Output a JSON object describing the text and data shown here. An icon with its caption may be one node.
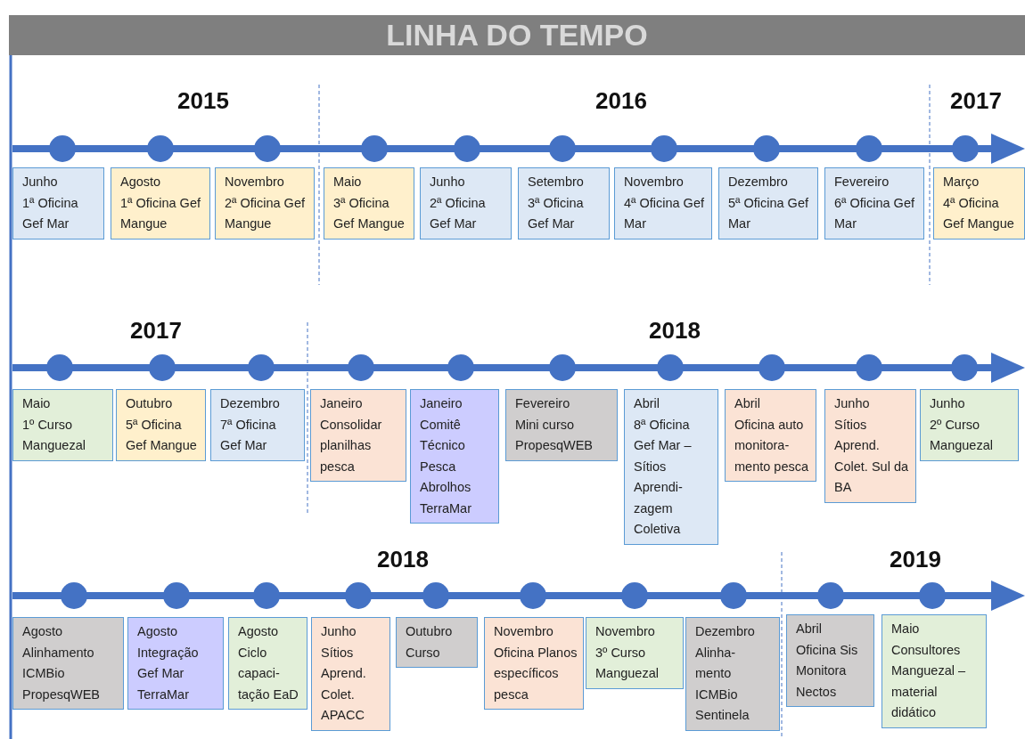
{
  "diagram": {
    "title": "LINHA DO TEMPO",
    "nodes": [
      {
        "text": [
          "Junho",
          "1ª Oficina Gef Mar"
        ]
      },
      {
        "text": [
          "Agosto",
          "1ª Oficina Gef Mangue"
        ]
      },
      {
        "text": [
          "Novembro",
          "2ª Oficina Gef Mangue"
        ]
      },
      {
        "text": [
          "Maio",
          "3ª Oficina Gef Mangue"
        ]
      },
      {
        "text": [
          "Junho",
          "2ª Oficina Gef Mar"
        ]
      },
      {
        "text": [
          "Setembro",
          "3ª Oficina Gef Mar"
        ]
      },
      {
        "text": [
          "Novembro",
          "4ª Oficina Gef Mar"
        ]
      },
      {
        "text": [
          "Dezembro",
          "5ª Oficina Gef Mar"
        ]
      },
      {
        "text": [
          "Fevereiro",
          "6ª Oficina Gef Mar"
        ]
      },
      {
        "text": [
          "Março",
          "4ª Oficina Gef Mangue"
        ]
      },
      {
        "text": [
          "Maio",
          "1º Curso Manguezal"
        ]
      },
      {
        "text": [
          "Outubro",
          "5ª Oficina Gef Mangue"
        ]
      },
      {
        "text": [
          "Dezembro",
          "7ª Oficina Gef Mar"
        ]
      },
      {
        "text": [
          "Janeiro",
          "Consolidar planilhas pesca"
        ]
      },
      {
        "text": [
          "Janeiro",
          "Comitê Técnico Pesca Abrolhos TerraMar"
        ]
      },
      {
        "text": [
          "Fevereiro",
          "Mini curso PropesqWEB"
        ]
      },
      {
        "text": [
          "Abril",
          "8ª Oficina Gef Mar – Sítios Aprendi- zagem Coletiva"
        ]
      },
      {
        "text": [
          "Abril",
          "Oficina auto monitora- mento pesca"
        ]
      },
      {
        "text": [
          "Junho",
          "Sítios Aprend. Colet. Sul da BA"
        ]
      },
      {
        "text": [
          "Junho",
          "2º Curso Manguezal"
        ]
      },
      {
        "text": [
          "Agosto",
          "Alinhamento ICMBio PropesqWEB"
        ]
      },
      {
        "text": [
          "Agosto",
          "Integração Gef Mar TerraMar"
        ]
      },
      {
        "text": [
          "Agosto",
          "Ciclo capaci- tação EaD"
        ]
      },
      {
        "text": [
          "Junho",
          "Sítios Aprend. Colet. APACC"
        ]
      },
      {
        "text": [
          "Outubro",
          "Curso"
        ]
      },
      {
        "text": [
          "Novembro",
          "Oficina Planos específicos pesca"
        ]
      },
      {
        "text": [
          "Novembro",
          "3º Curso Manguezal"
        ]
      },
      {
        "text": [
          "Dezembro",
          "Alinha- mento ICMBio Sentinela"
        ]
      },
      {
        "text": [
          "Abril",
          "Oficina Sis Monitora Nectos"
        ]
      },
      {
        "text": [
          "Maio",
          "Consultores Manguezal – material didático"
        ]
      }
    ],
    "edges": [],
    "labels": [
      "2015",
      "2016",
      "2017",
      "2017",
      "2018",
      "2018",
      "2019"
    ]
  }
}
